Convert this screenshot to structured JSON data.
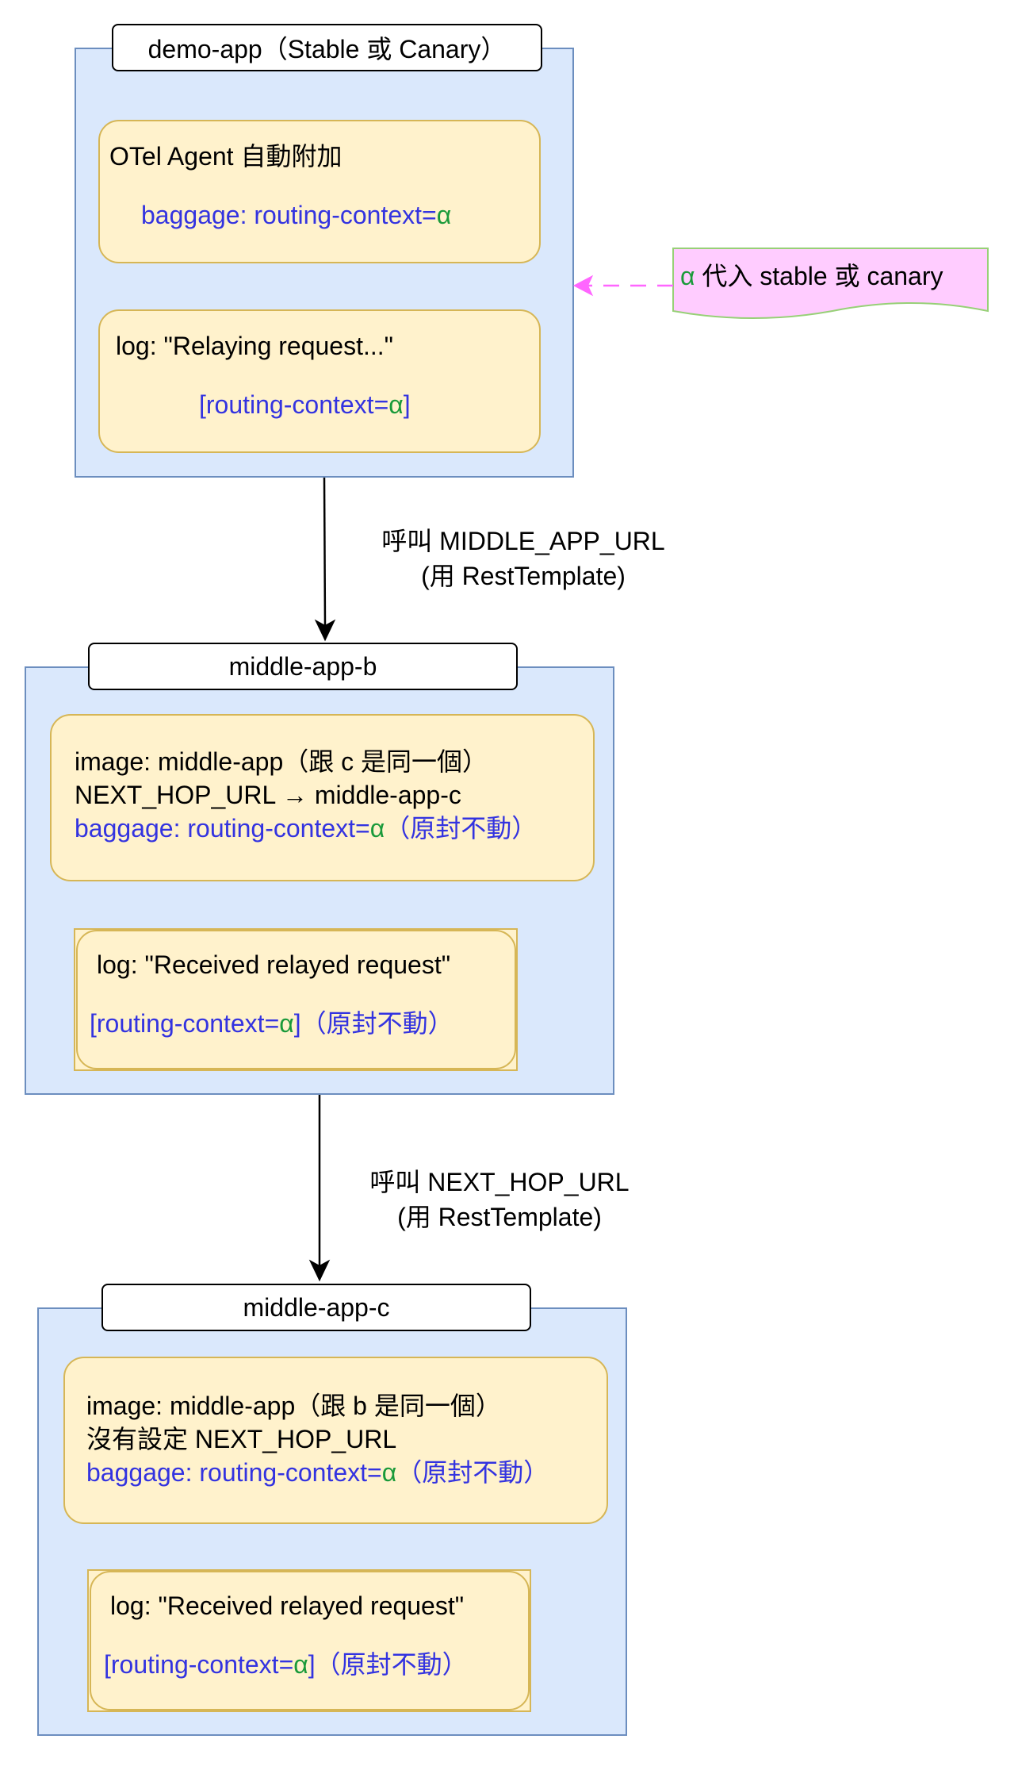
{
  "demo_app": {
    "title": "demo-app（Stable 或 Canary）",
    "agent_note": {
      "line1": "OTel Agent 自動附加",
      "line2_prefix": "baggage: routing-context=",
      "alpha": "α"
    },
    "log_note": {
      "line1": "log: \"Relaying request...\"",
      "line2_prefix": "[routing-context=",
      "alpha": "α",
      "line2_suffix": "]"
    }
  },
  "alpha_note": {
    "alpha": "α",
    "text": " 代入 stable 或 canary"
  },
  "edge1": {
    "line1": "呼叫 MIDDLE_APP_URL",
    "line2": "(用 RestTemplate)"
  },
  "middle_b": {
    "title": "middle-app-b",
    "info_note": {
      "line1": "image: middle-app（跟 c 是同一個）",
      "line2": "NEXT_HOP_URL → middle-app-c",
      "line3_prefix": "baggage: routing-context=",
      "alpha": "α",
      "line3_suffix": "（原封不動）"
    },
    "log_note": {
      "line1": "log: \"Received relayed request\"",
      "line2_prefix": "[routing-context=",
      "alpha": "α",
      "line2_suffix": "]（原封不動）"
    }
  },
  "edge2": {
    "line1": "呼叫 NEXT_HOP_URL",
    "line2": "(用 RestTemplate)"
  },
  "middle_c": {
    "title": "middle-app-c",
    "info_note": {
      "line1": "image: middle-app（跟 b 是同一個）",
      "line2": "沒有設定 NEXT_HOP_URL",
      "line3_prefix": "baggage: routing-context=",
      "alpha": "α",
      "line3_suffix": "（原封不動）"
    },
    "log_note": {
      "line1": "log: \"Received relayed request\"",
      "line2_prefix": "[routing-context=",
      "alpha": "α",
      "line2_suffix": "]（原封不動）"
    }
  },
  "colors": {
    "container_fill": "#dae8fc",
    "container_stroke": "#6c8ebf",
    "note_fill": "#fff2cc",
    "note_stroke": "#d6b656",
    "blue_text": "#3333e0",
    "alpha_green": "#1a9a3a",
    "pink_arrow": "#ff66ff",
    "pink_note_fill": "#ffccff",
    "pink_note_stroke": "#97d077"
  }
}
